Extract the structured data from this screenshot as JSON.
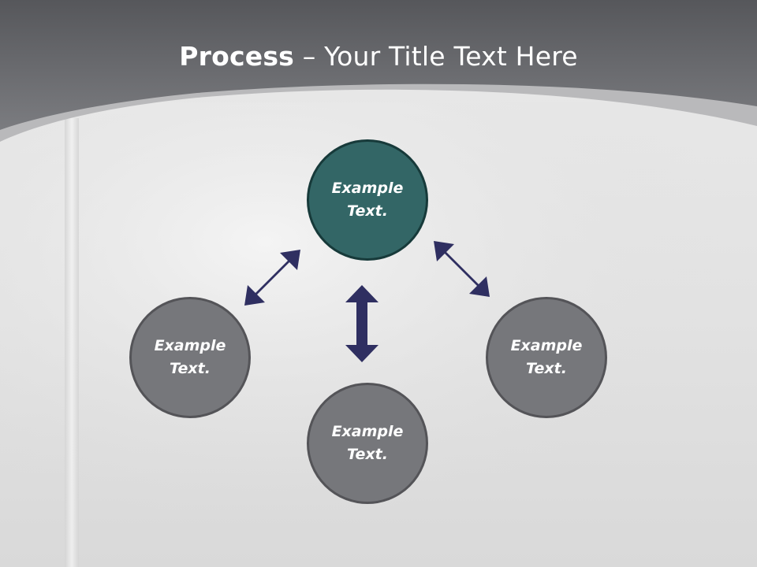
{
  "title": {
    "bold": "Process",
    "rest": " – Your Title Text Here"
  },
  "nodes": [
    {
      "id": "top",
      "line1": "Example",
      "line2": "Text.",
      "color": "#336666"
    },
    {
      "id": "left",
      "line1": "Example",
      "line2": "Text.",
      "color": "#76777b"
    },
    {
      "id": "right",
      "line1": "Example",
      "line2": "Text.",
      "color": "#76777b"
    },
    {
      "id": "bottom",
      "line1": "Example",
      "line2": "Text.",
      "color": "#76777b"
    }
  ],
  "colors": {
    "arrow": "#2f2f61",
    "header": "#6a6b6f",
    "accent": "#336666"
  }
}
